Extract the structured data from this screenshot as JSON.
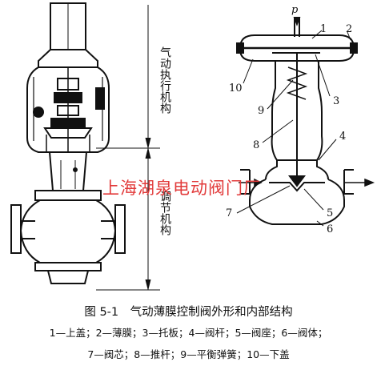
{
  "figure": {
    "left_labels": {
      "actuator": "气动执行机构",
      "regulator": "调节机构"
    },
    "pressure_symbol": "p",
    "part_numbers": [
      "1",
      "2",
      "3",
      "4",
      "5",
      "6",
      "7",
      "8",
      "9",
      "10"
    ],
    "watermark": "上海湖泉电动阀门厂",
    "caption": {
      "title": "图 5-1　气动薄膜控制阀外形和内部结构",
      "legend_line1": "1—上盖；2—薄膜；3—托板；4—阀杆；5—阀座；6—阀体；",
      "legend_line2": "7—阀芯；8—推杆；9—平衡弹簧；10—下盖"
    }
  }
}
